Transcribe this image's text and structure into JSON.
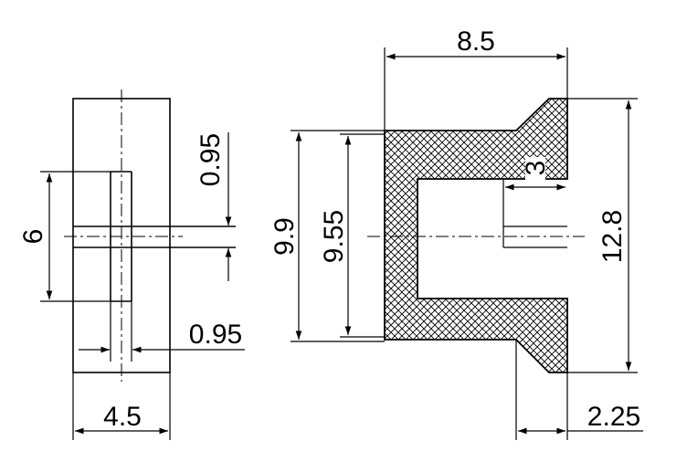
{
  "drawing": {
    "front_view": {
      "dim_height": "6",
      "dim_slot_width": "0.95",
      "dim_pin_width": "0.95",
      "dim_overall_width": "4.5"
    },
    "section_view": {
      "dim_width": "8.5",
      "dim_inner_depth": "3",
      "dim_outer_height_left": "9.9",
      "dim_inner_height": "9.55",
      "dim_overall_height": "12.8",
      "dim_flange": "2.25"
    },
    "colors": {
      "line": "#000000",
      "background": "#ffffff"
    }
  }
}
